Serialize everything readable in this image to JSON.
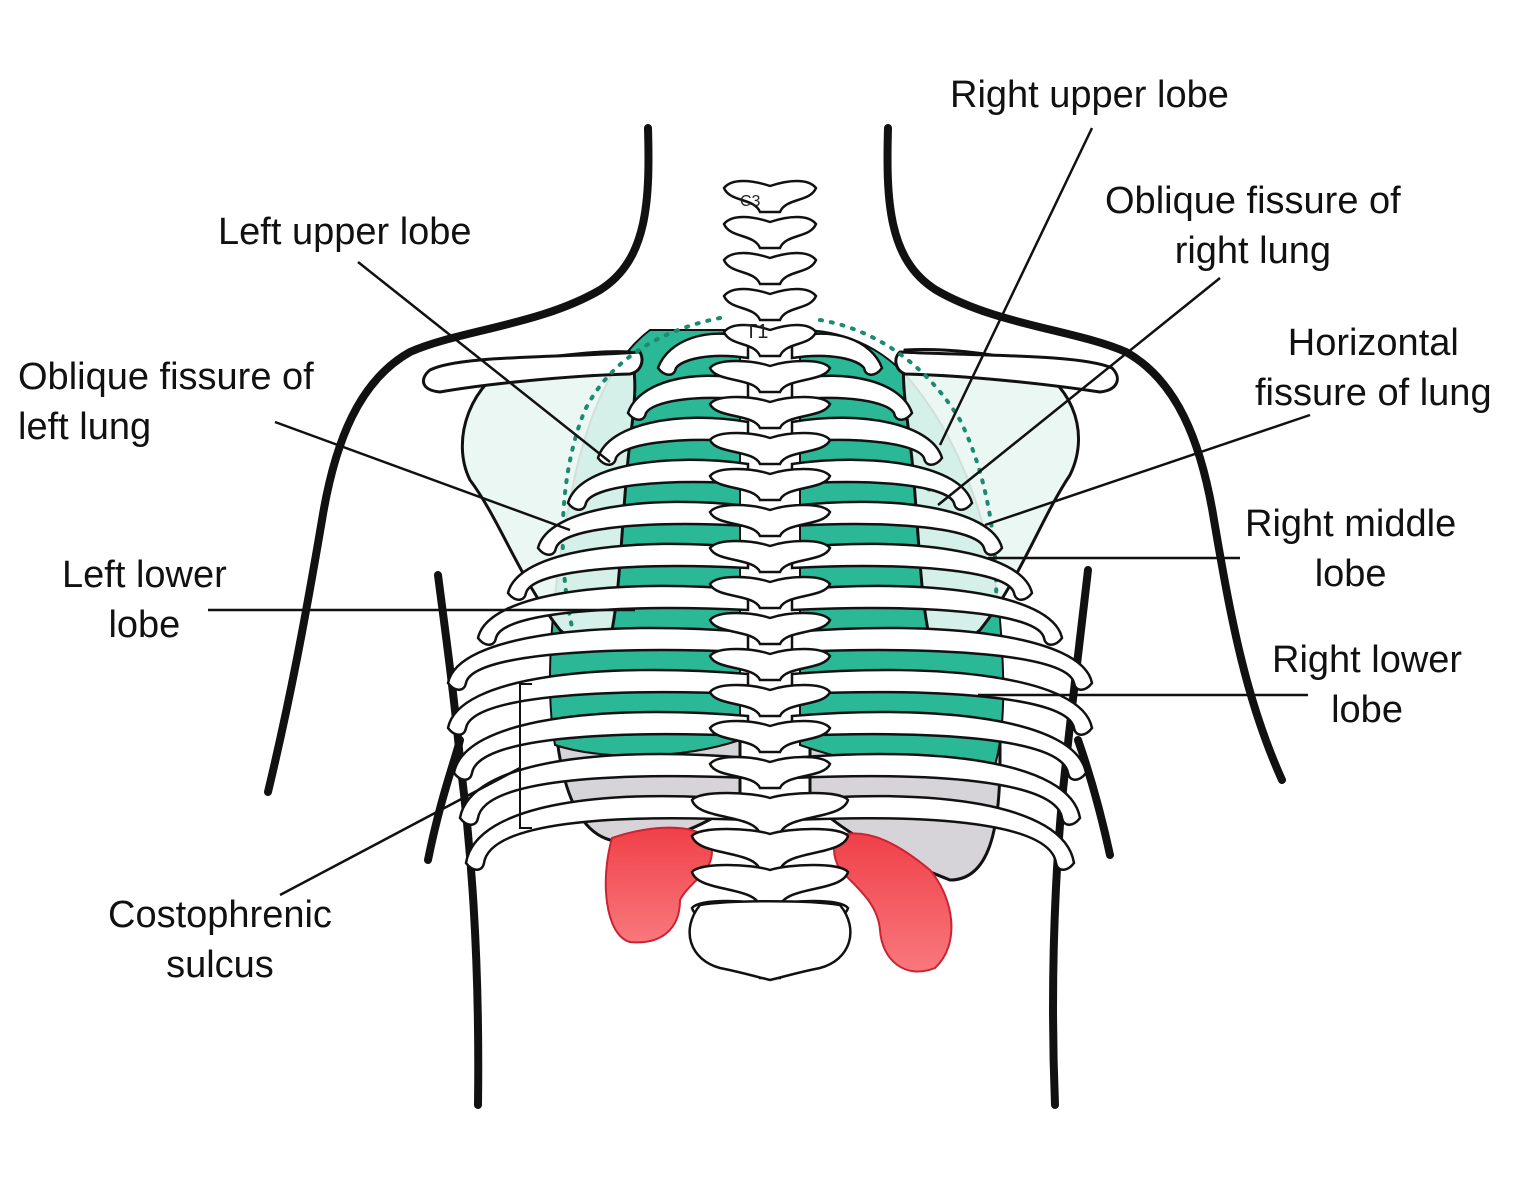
{
  "labels": {
    "right_upper_lobe": "Right upper lobe",
    "oblique_fissure_right": [
      "Oblique fissure of",
      "right lung"
    ],
    "horizontal_fissure": [
      "Horizontal",
      "fissure of lung"
    ],
    "right_middle_lobe": [
      "Right middle",
      "lobe"
    ],
    "right_lower_lobe": [
      "Right lower",
      "lobe"
    ],
    "left_upper_lobe": "Left upper lobe",
    "oblique_fissure_left": [
      "Oblique fissure of",
      "left lung"
    ],
    "left_lower_lobe": [
      "Left lower",
      "lobe"
    ],
    "costophrenic_sulcus": [
      "Costophrenic",
      "sulcus"
    ]
  },
  "vertebra_labels": {
    "c3": "C3",
    "t1": "T1"
  },
  "colors": {
    "lung": "#2bb896",
    "lung_dark": "#169c7c",
    "lung_translucent": "#c9ece2",
    "kidney": "#f0525a",
    "diaphragm_gray": "#d6d4d8",
    "outline": "#111111",
    "leader": "#111111"
  }
}
